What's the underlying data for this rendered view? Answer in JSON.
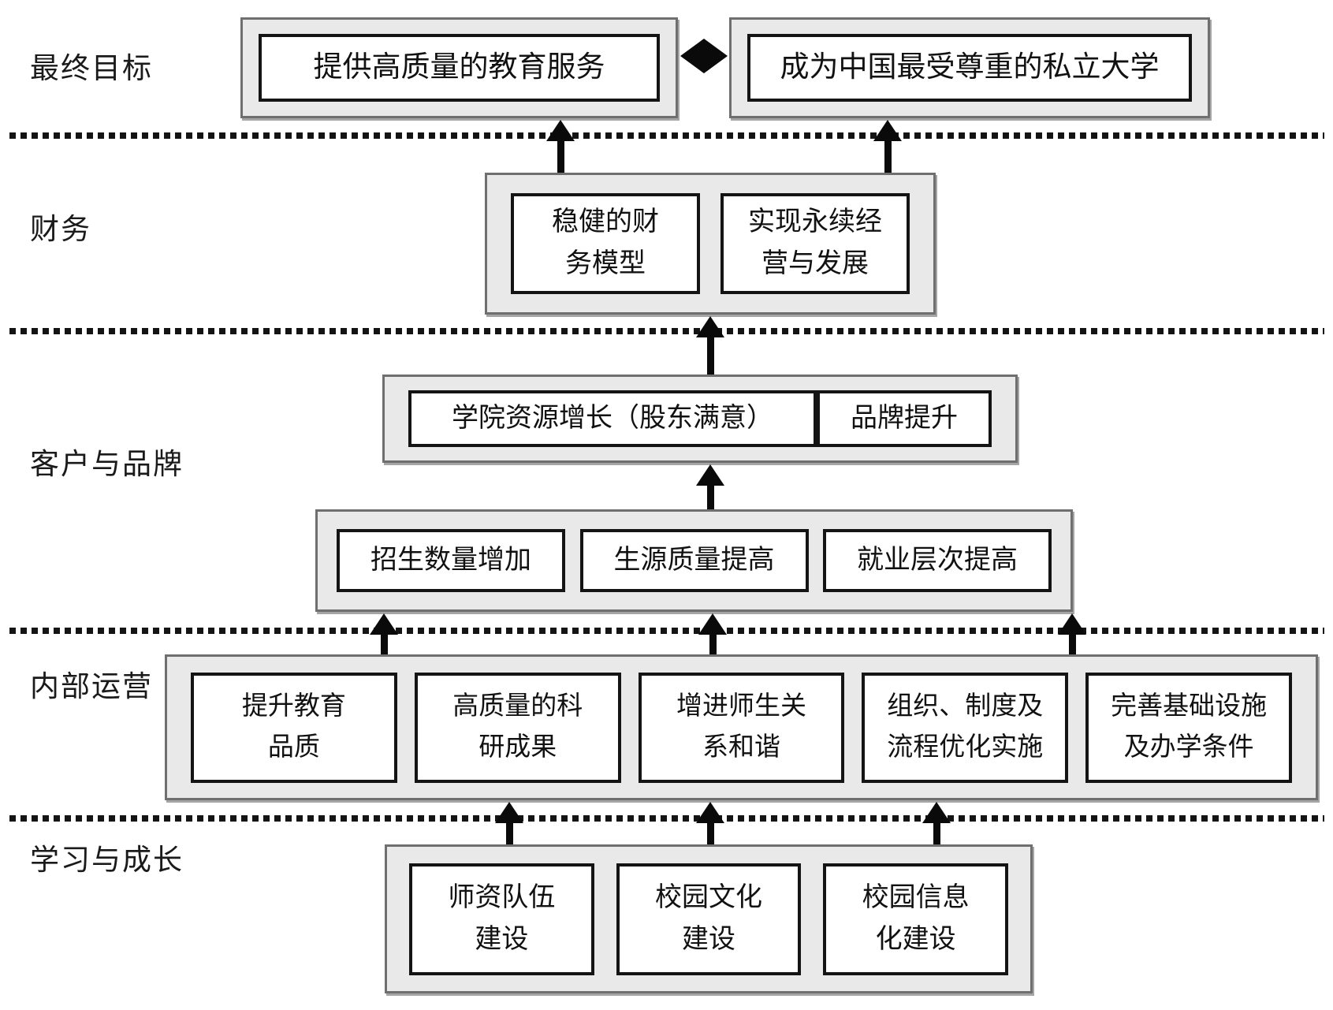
{
  "labels": {
    "goal": "最终目标",
    "finance": "财务",
    "customer": "客户与品牌",
    "operations": "内部运营",
    "learning": "学习与成长"
  },
  "goal_row": {
    "left_box": "提供高质量的教育服务",
    "right_box": "成为中国最受尊重的私立大学"
  },
  "finance_row": {
    "box1": {
      "line1": "稳健的财",
      "line2": "务模型"
    },
    "box2": {
      "line1": "实现永续经",
      "line2": "营与发展"
    }
  },
  "customer_upper_row": {
    "box1": "学院资源增长（股东满意）",
    "box2": "品牌提升"
  },
  "customer_lower_row": {
    "box1": "招生数量增加",
    "box2": "生源质量提高",
    "box3": "就业层次提高"
  },
  "operations_row": {
    "box1": {
      "line1": "提升教育",
      "line2": "品质"
    },
    "box2": {
      "line1": "高质量的科",
      "line2": "研成果"
    },
    "box3": {
      "line1": "增进师生关",
      "line2": "系和谐"
    },
    "box4": {
      "line1": "组织、制度及",
      "line2": "流程优化实施"
    },
    "box5": {
      "line1": "完善基础设施",
      "line2": "及办学条件"
    }
  },
  "learning_row": {
    "box1": {
      "line1": "师资队伍",
      "line2": "建设"
    },
    "box2": {
      "line1": "校园文化",
      "line2": "建设"
    },
    "box3": {
      "line1": "校园信息",
      "line2": "化建设"
    }
  },
  "colors": {
    "container_fill": "#e9e9e9",
    "container_border": "#6f6f6f",
    "box_border": "#141414",
    "arrow": "#0a0a0a",
    "text": "#111111"
  }
}
